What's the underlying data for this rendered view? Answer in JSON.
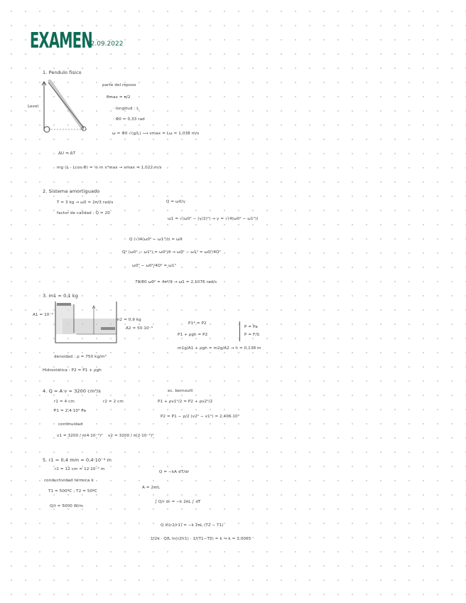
{
  "header": {
    "title": "EXAMEN",
    "date": ": 02.09.2022"
  },
  "s1": {
    "heading": "1. Pendulo fisico",
    "left_label": "Level",
    "labels": [
      "parte del reposo",
      "θmax = π/2",
      "· longitud : L",
      "· Φ0 = 0,33 rad"
    ],
    "omega": "ω = Φ0 √(g/L) ⟶ vmax = Lω = 1,038 m/s",
    "energy": "ΔU = ΔT",
    "energy_eq": "mg (L - Lcos Φ) = ½ m v²max ⇝ vmax = 1,022 m/s"
  },
  "s2": {
    "heading": "2. Sistema amortiguado",
    "line1": "T = 3 kg ⇝ ω0 = 2π/3 rad/s",
    "line2": "factor de calidad : Q = 20",
    "q_def": "Q = ω0/γ",
    "omega1": "ω1 = √(ω0² − (γ/2)²) ⇝ γ = √(4(ω0² − ω1²))",
    "eqs": [
      "Q (√(4(ω0² − ω1²))) = ω0",
      "Q² (ω0² − ω1²) = ω0²/4 ⇝ ω0² − ω1² = ω0²/4Q²",
      "ω0² − ω0²/4Q² = ω1²",
      "79/80 ω0² = 4π²/9 ⇝ ω1 = 2,1076 rad/s"
    ]
  },
  "s3": {
    "heading": "3. m1 = 0,1 kg",
    "a1": "A1 = 10⁻³",
    "m2": "m2 = 0,9 kg",
    "a2": "A2 = 50·10⁻³",
    "eqs": [
      "P1* = P2",
      "P1 + ρgh = P2",
      "m1g/A1 + ρgh = m2g/A2 ⇝ h = 0,138 m"
    ],
    "side": [
      "P = Pa",
      "P = F/S"
    ],
    "density": "densidad : ρ = 750 kg/m³",
    "hydro": "Hidrostática : P2 = P1 + ρgh"
  },
  "s4": {
    "heading": "4. Q = A·v = 3200 cm³/s",
    "left": [
      "r1 = 4 cm",
      "P1 = 2,4·10⁵ Pa",
      "continuidad"
    ],
    "r2": "r2 = 2 cm",
    "v1": "v1 = 3200 / π(4·10⁻²)²",
    "v2": "v2 = 3200 / π(2·10⁻²)²",
    "bern_title": "ec. bernoulli",
    "bern": "P1 + ρv1²/2 = P2 + ρv2²/2",
    "p2": "P2 = P1 − ρ/2 (v2² − v1²) = 2,406·10⁵"
  },
  "s5": {
    "heading": "5. r1 = 0,4 mm = 0,4·10⁻³ m",
    "r2": "r2 = 12 cm = 12·10⁻² m",
    "k": "conductividad térmica k",
    "temps": "T1 = 500ºC ; T2 = 50ºC",
    "ratio": "Q/t = 5000 W/m",
    "fourier": "Q = −kA dT/dr",
    "area": "A = 2πrL",
    "integral": "∫ Q/r dr = −k 2πL ∫ dT",
    "ln": "Q ln(r2/r1) = −k 2πL (T2 − T1)",
    "final": "1/2π · Q/L ln(r2/r1) · 1/(T1−T2) = k ⇝ k = 1,0065"
  }
}
